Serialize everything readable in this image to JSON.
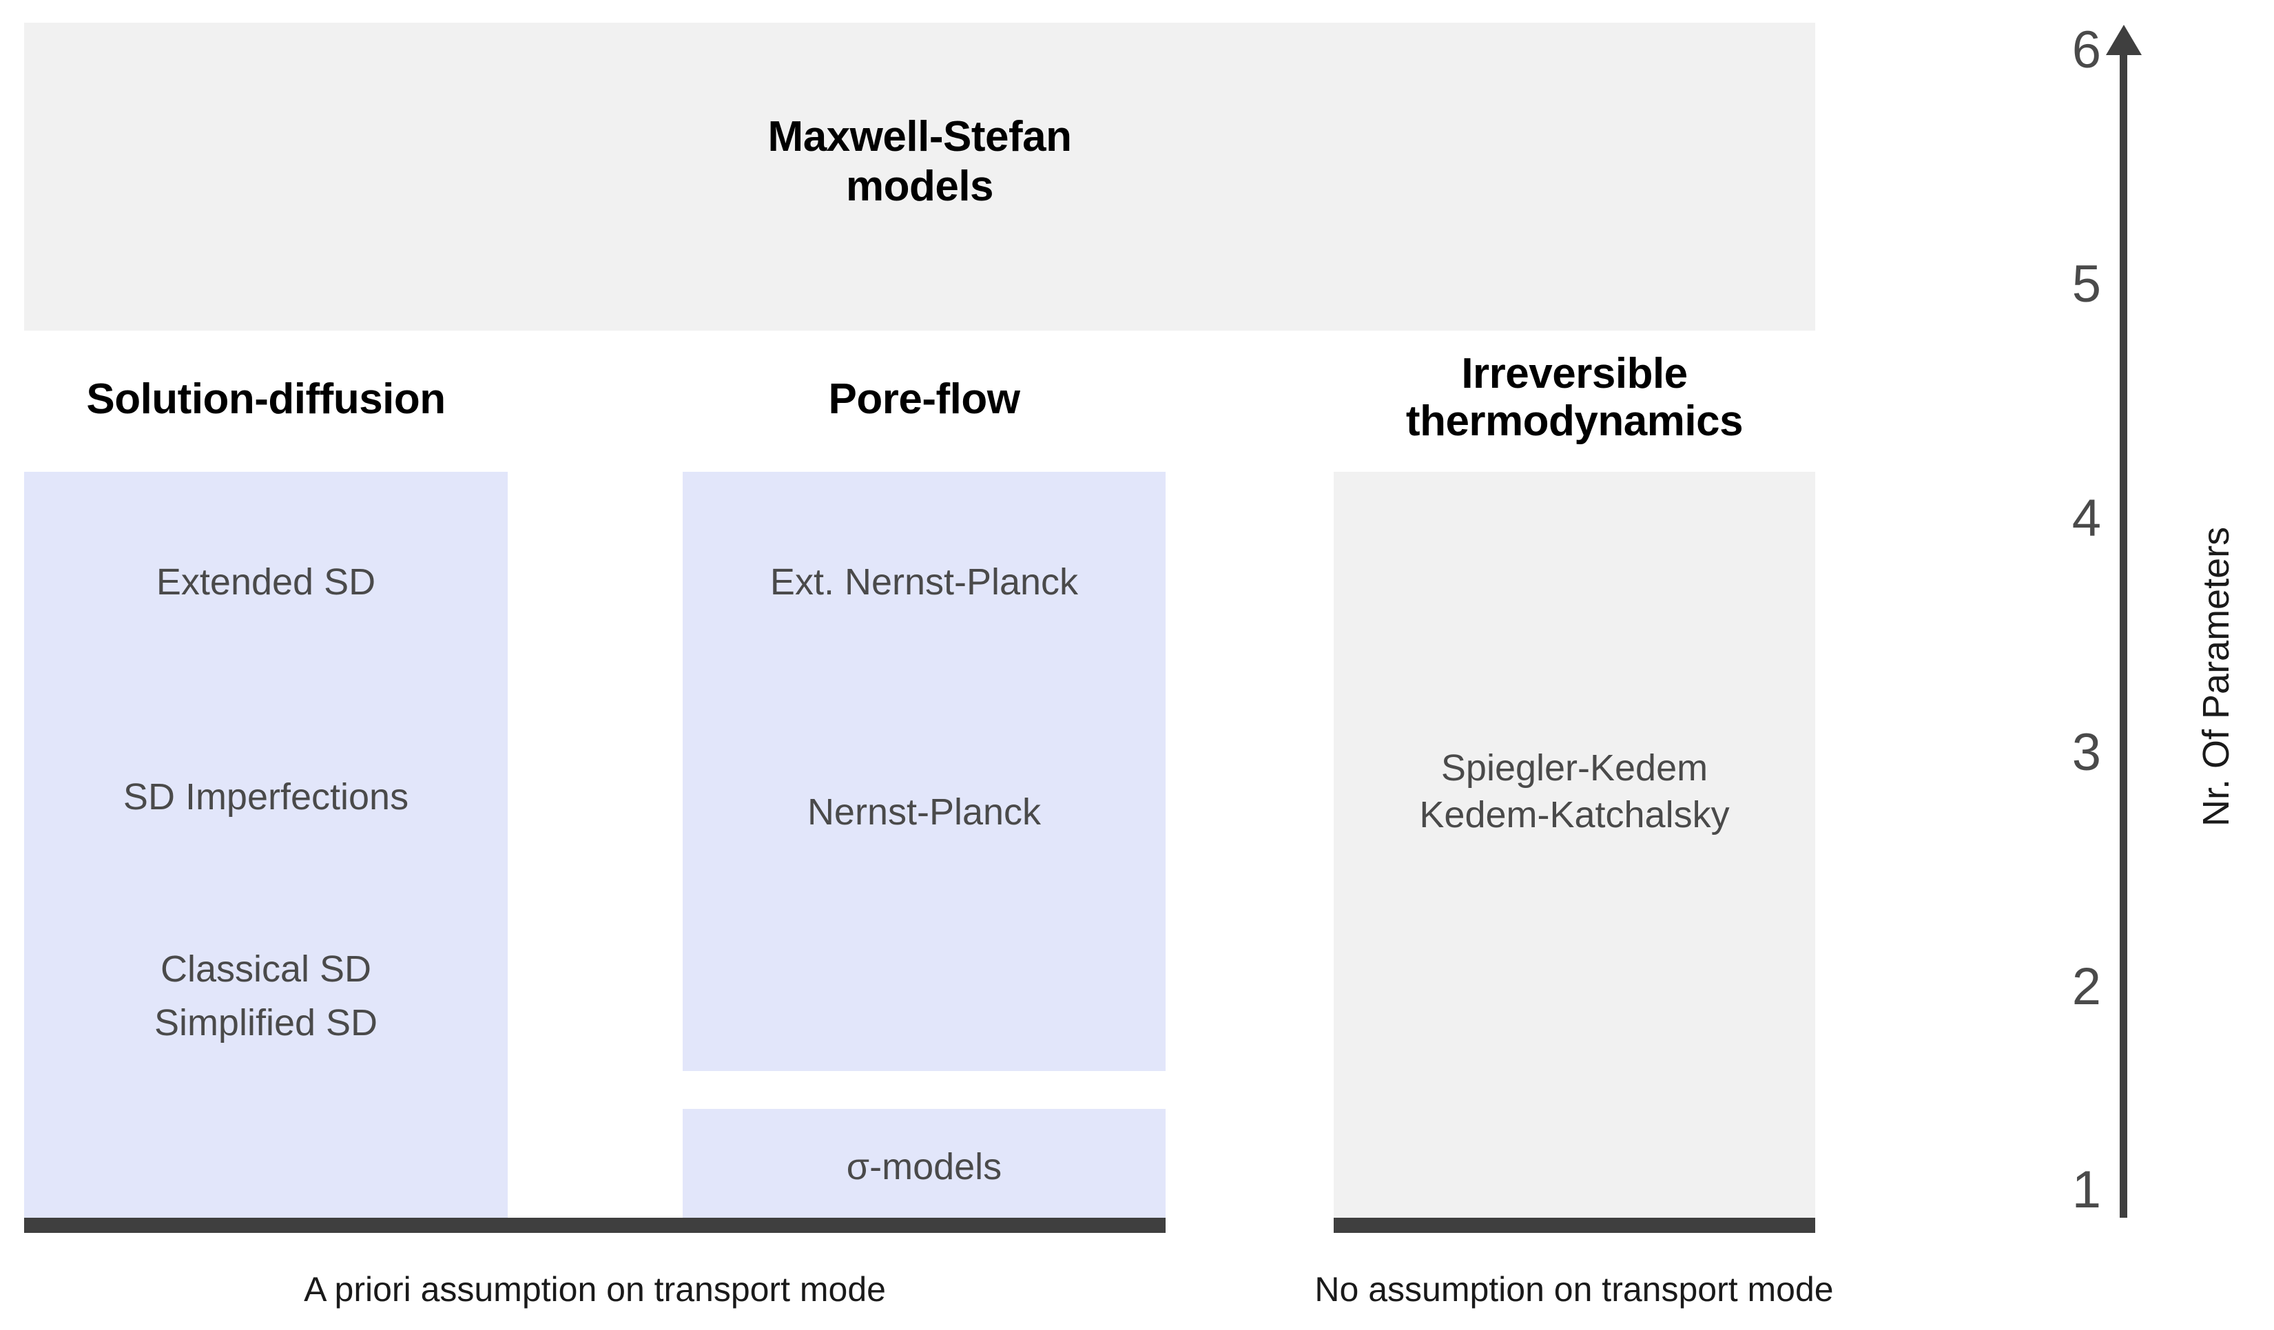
{
  "diagram": {
    "title_banner": {
      "label": "Maxwell-Stefan\nmodels",
      "line1": "Maxwell-Stefan",
      "line2": "models",
      "fill": "#f1f1f1"
    },
    "columns": [
      {
        "id": "solution-diffusion",
        "title": "Solution-diffusion",
        "fill": "#e2e6fa",
        "entries": [
          {
            "label": "Extended SD",
            "parameters": 4
          },
          {
            "label": "SD  Imperfections",
            "parameters": 3
          },
          {
            "label": "Classical SD",
            "parameters": 2
          },
          {
            "label": "Simplified SD",
            "parameters": 2
          }
        ]
      },
      {
        "id": "pore-flow",
        "title": "Pore-flow",
        "fill": "#e2e6fa",
        "entries": [
          {
            "label": "Ext. Nernst-Planck",
            "parameters": 4
          },
          {
            "label": "Nernst-Planck",
            "parameters": 3
          }
        ],
        "detached_entries": [
          {
            "label": "σ-models",
            "parameters": 1
          }
        ]
      },
      {
        "id": "irreversible-thermodynamics",
        "title_line1": "Irreversible",
        "title_line2": "thermodynamics",
        "title": "Irreversible thermodynamics",
        "fill": "#f1f1f1",
        "entries": [
          {
            "label": "Spiegler-Kedem",
            "parameters": 3
          },
          {
            "label": "Kedem-Katchalsky",
            "parameters": 3
          }
        ]
      }
    ],
    "foundation": {
      "bar_color": "#3f3f3f",
      "left_caption": "A priori assumption on transport mode",
      "right_caption": "No assumption on transport mode"
    },
    "axis": {
      "label": "Nr. Of Parameters",
      "color": "#3f3f3f",
      "direction": "up",
      "ticks": [
        "6",
        "5",
        "4",
        "3",
        "2",
        "1"
      ]
    }
  },
  "chart_data": {
    "type": "table",
    "title": "Membrane transport model classification by number of parameters",
    "ylabel": "Nr. Of Parameters",
    "ylim": [
      1,
      6
    ],
    "ytick_labels": [
      "1",
      "2",
      "3",
      "4",
      "5",
      "6"
    ],
    "grid": false,
    "legend": "none",
    "categories": [
      "Solution-diffusion",
      "Pore-flow",
      "Irreversible thermodynamics"
    ],
    "annotations": [
      "Maxwell-Stefan models",
      "A priori assumption on transport mode",
      "No assumption on transport mode"
    ],
    "series": [
      {
        "name": "Maxwell-Stefan models",
        "spans_categories": [
          "Solution-diffusion",
          "Pore-flow",
          "Irreversible thermodynamics"
        ],
        "parameter_range": [
          5,
          6
        ]
      },
      {
        "name": "Solution-diffusion",
        "items": [
          {
            "label": "Extended SD",
            "parameters": 4
          },
          {
            "label": "SD  Imperfections",
            "parameters": 3
          },
          {
            "label": "Classical SD",
            "parameters": 2
          },
          {
            "label": "Simplified SD",
            "parameters": 2
          }
        ],
        "parameter_range": [
          1,
          4
        ]
      },
      {
        "name": "Pore-flow",
        "items": [
          {
            "label": "Ext. Nernst-Planck",
            "parameters": 4
          },
          {
            "label": "Nernst-Planck",
            "parameters": 3
          },
          {
            "label": "σ-models",
            "parameters": 1
          }
        ],
        "parameter_range": [
          1,
          4
        ]
      },
      {
        "name": "Irreversible thermodynamics",
        "items": [
          {
            "label": "Spiegler-Kedem",
            "parameters": 3
          },
          {
            "label": "Kedem-Katchalsky",
            "parameters": 3
          }
        ],
        "parameter_range": [
          1,
          4
        ]
      }
    ]
  }
}
